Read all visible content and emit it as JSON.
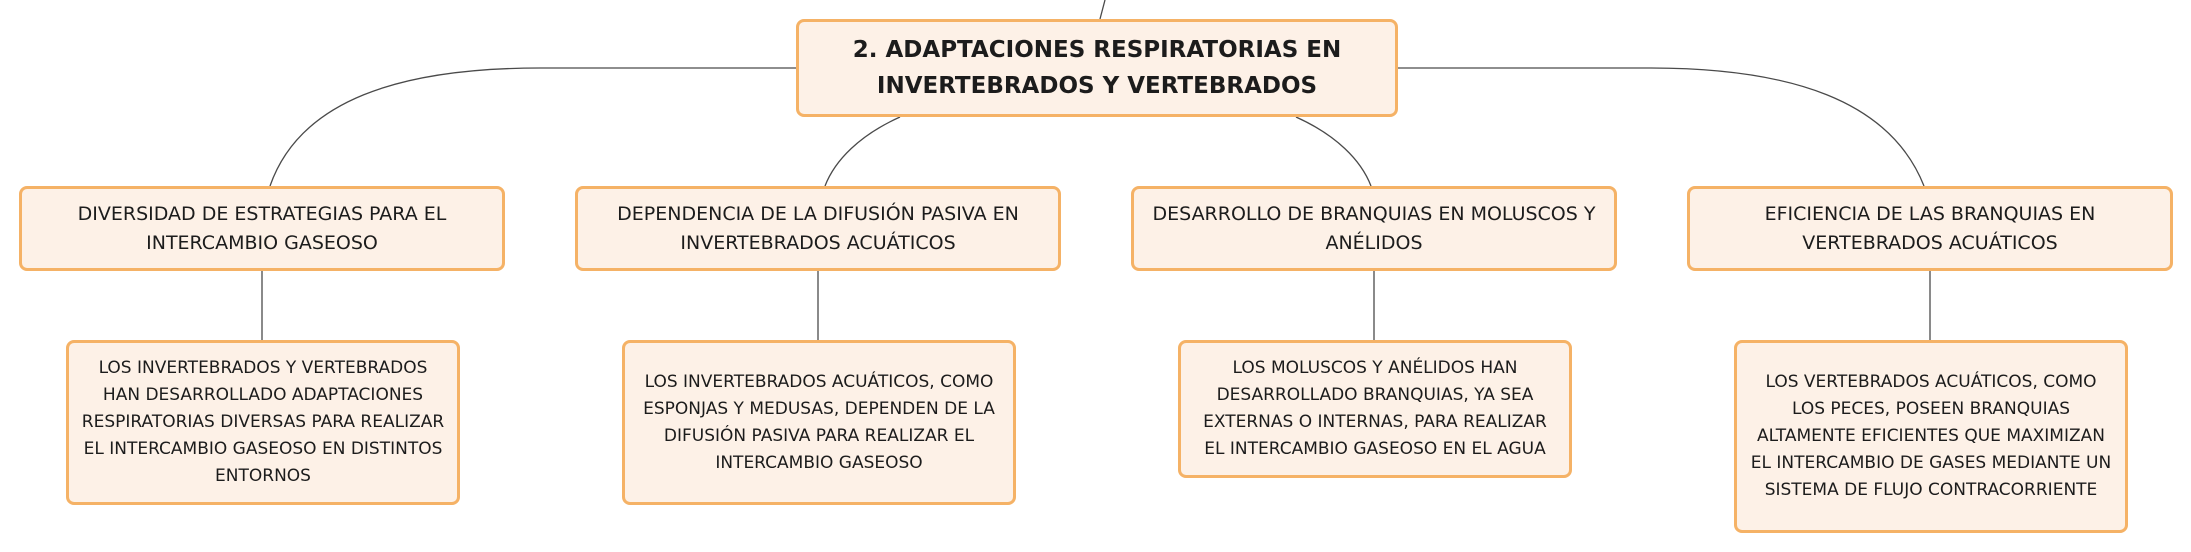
{
  "root": {
    "label": "2. ADAPTACIONES RESPIRATORIAS EN INVERTEBRADOS Y VERTEBRADOS"
  },
  "topics": [
    {
      "label": "DIVERSIDAD DE ESTRATEGIAS PARA EL INTERCAMBIO GASEOSO",
      "detail": "LOS INVERTEBRADOS Y VERTEBRADOS HAN DESARROLLADO ADAPTACIONES RESPIRATORIAS DIVERSAS PARA REALIZAR EL INTERCAMBIO GASEOSO EN DISTINTOS ENTORNOS"
    },
    {
      "label": "DEPENDENCIA DE LA DIFUSIÓN PASIVA EN INVERTEBRADOS ACUÁTICOS",
      "detail": "LOS INVERTEBRADOS ACUÁTICOS, COMO ESPONJAS Y MEDUSAS, DEPENDEN DE LA DIFUSIÓN PASIVA PARA REALIZAR EL INTERCAMBIO GASEOSO"
    },
    {
      "label": "DESARROLLO DE BRANQUIAS EN MOLUSCOS Y ANÉLIDOS",
      "detail": "LOS MOLUSCOS Y ANÉLIDOS HAN DESARROLLADO BRANQUIAS, YA SEA EXTERNAS O INTERNAS, PARA REALIZAR EL INTERCAMBIO GASEOSO EN EL AGUA"
    },
    {
      "label": "EFICIENCIA DE LAS BRANQUIAS EN VERTEBRADOS ACUÁTICOS",
      "detail": "LOS VERTEBRADOS ACUÁTICOS, COMO LOS PECES, POSEEN BRANQUIAS ALTAMENTE EFICIENTES QUE MAXIMIZAN EL INTERCAMBIO DE GASES MEDIANTE UN SISTEMA DE FLUJO CONTRACORRIENTE"
    }
  ],
  "colors": {
    "node_fill": "#fdf1e7",
    "node_border": "#f5b266",
    "connector": "#4a4a4a"
  }
}
